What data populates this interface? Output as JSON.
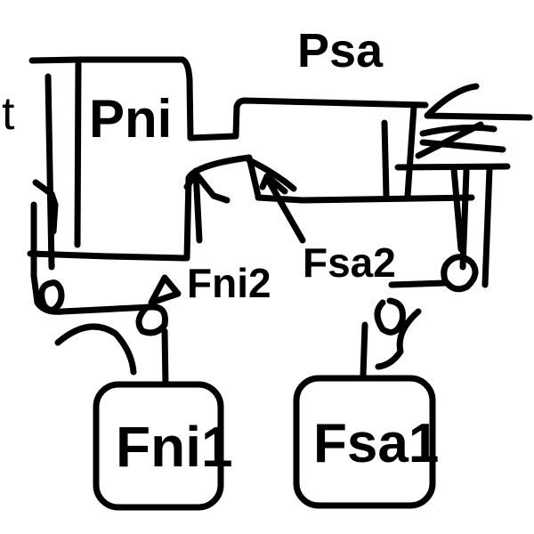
{
  "labels": {
    "t": "t",
    "pni": "Pni",
    "psa": "Psa",
    "fni2": "Fni2",
    "fsa2": "Fsa2",
    "fni1": "Fni1",
    "fsa1": "Fsa1"
  },
  "colors": {
    "stroke": "#000000",
    "background": "#ffffff"
  }
}
